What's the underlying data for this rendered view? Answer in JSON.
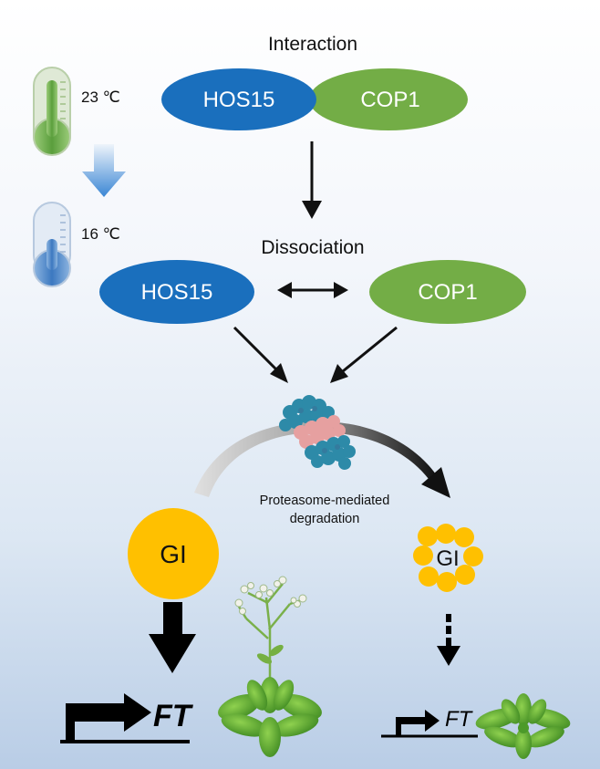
{
  "top": {
    "title": "Interaction",
    "hos15": "HOS15",
    "cop1": "COP1"
  },
  "middle": {
    "title": "Dissociation",
    "hos15": "HOS15",
    "cop1": "COP1"
  },
  "temperature": {
    "warm": "23 ℃",
    "cold": "16 ℃"
  },
  "proteasome": {
    "label_line1": "Proteasome-mediated",
    "label_line2": "degradation"
  },
  "left": {
    "gi": "GI",
    "gene": "FT"
  },
  "right": {
    "gi": "GI",
    "gene": "FT"
  },
  "colors": {
    "hos15": "#1a6fbd",
    "cop1": "#73ad46",
    "gi": "#ffc000",
    "proteasome_blue": "#2d8aa8",
    "proteasome_pink": "#e6a0a0"
  },
  "icons": {
    "warm": "thermometer-warm-icon",
    "cold": "thermometer-cold-icon",
    "proteasome": "proteasome-icon",
    "plant_flowering": "flowering-plant-icon",
    "plant_rosette": "rosette-plant-icon"
  }
}
